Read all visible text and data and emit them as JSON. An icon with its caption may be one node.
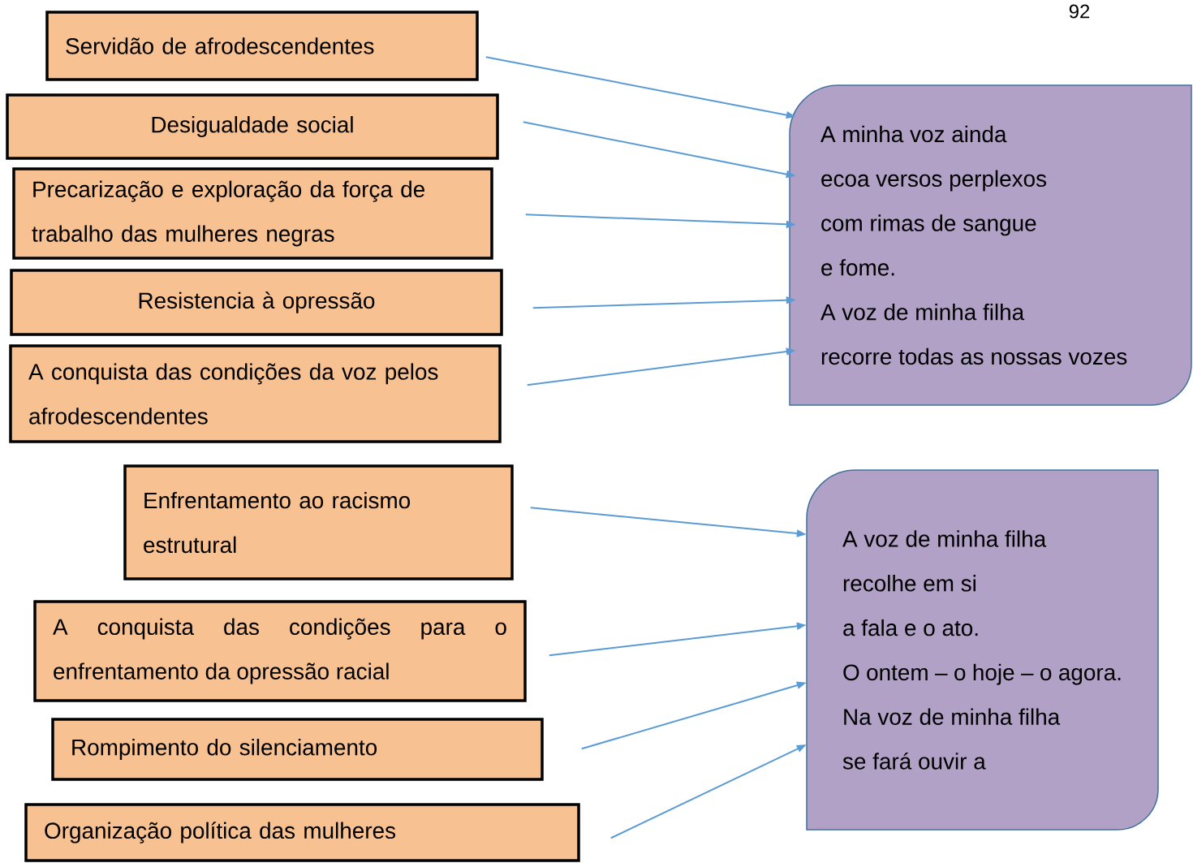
{
  "diagram": {
    "nodes": [
      {
        "text": [
          "Servidão de afrodescendentes"
        ]
      },
      {
        "text": [
          "Desigualdade social"
        ]
      },
      {
        "text": [
          "Precarização e exploração da força de trabalho das mulheres negras"
        ]
      },
      {
        "text": [
          "Resistencia à opressão"
        ]
      },
      {
        "text": [
          "A conquista das condições da voz pelos afrodescendentes"
        ]
      },
      {
        "text": [
          "Enfrentamento ao racismo estrutural"
        ]
      },
      {
        "text": [
          "A conquista das condições para o enfrentamento da opressão racial"
        ]
      },
      {
        "text": [
          "Rompimento do silenciamento"
        ]
      },
      {
        "text": [
          "Organização política das mulheres"
        ]
      },
      {
        "text": [
          "A minha voz ainda",
          "ecoa versos perplexos",
          "com rimas de sangue",
          "e fome.",
          "A voz de minha filha",
          "recorre todas as nossas vozes"
        ]
      },
      {
        "text": [
          "A voz de minha filha",
          "recolhe em si",
          "a fala e o ato.",
          "O ontem – o hoje – o agora.",
          "Na voz de minha filha",
          "se fará ouvir a"
        ]
      }
    ],
    "edges": [
      {
        "from": 0,
        "to": 9,
        "arrow": "to"
      },
      {
        "from": 1,
        "to": 9,
        "arrow": "to"
      },
      {
        "from": 2,
        "to": 9,
        "arrow": "to"
      },
      {
        "from": 3,
        "to": 9,
        "arrow": "to"
      },
      {
        "from": 4,
        "to": 9,
        "arrow": "to"
      },
      {
        "from": 5,
        "to": 10,
        "arrow": "to"
      },
      {
        "from": 6,
        "to": 10,
        "arrow": "to"
      },
      {
        "from": 7,
        "to": 10,
        "arrow": "to"
      },
      {
        "from": 8,
        "to": 10,
        "arrow": "to"
      }
    ],
    "labels": [
      "92"
    ]
  }
}
